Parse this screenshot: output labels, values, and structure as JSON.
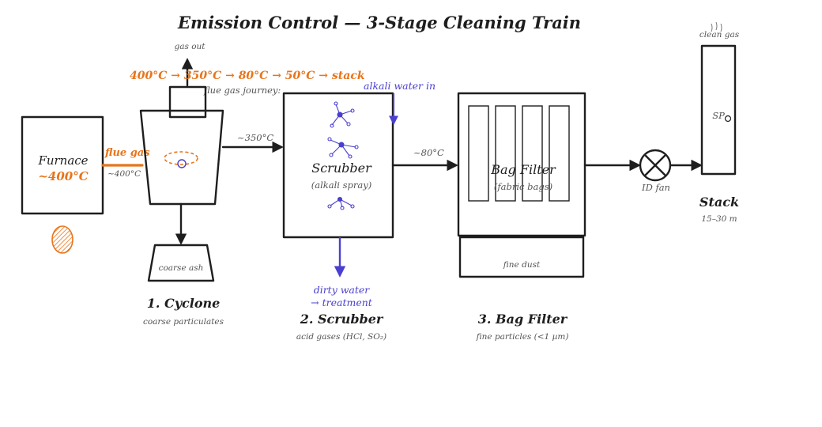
{
  "title": "Emission Control — 3-Stage Cleaning Train",
  "journey": {
    "label": "flue gas journey:",
    "path": "400°C → 350°C → 80°C → 50°C → stack",
    "gas_out": "gas out"
  },
  "furnace": {
    "name": "Furnace",
    "temp": "~400°C",
    "flow_label": "flue gas",
    "flow_temp": "~400°C"
  },
  "cyclone": {
    "stage": "1. Cyclone",
    "desc": "coarse particulates",
    "hopper": "coarse ash"
  },
  "scrubber": {
    "name": "Scrubber",
    "sub": "(alkali spray)",
    "stage": "2. Scrubber",
    "desc": "acid gases (HCl, SO₂)",
    "water_in": "alkali water in",
    "water_out_1": "dirty water",
    "water_out_2": "→ treatment",
    "inlet_temp": "~350°C"
  },
  "bagfilter": {
    "name": "Bag Filter",
    "sub": "(fabric bags)",
    "stage": "3. Bag Filter",
    "desc": "fine particles (<1 µm)",
    "hopper": "fine dust",
    "inlet_temp": "~80°C"
  },
  "fan": {
    "label": "ID fan"
  },
  "stack": {
    "name": "Stack",
    "height": "15–30 m",
    "top_label": "clean gas",
    "sensor": "SP"
  },
  "colors": {
    "orange": "#e8741a",
    "blue": "#4a3fd0",
    "yellow_fill": "#fff3bf",
    "blue_fill": "#dbe7ff",
    "grey_fill": "#ededed",
    "stack_fill": "#cfd3d8"
  }
}
